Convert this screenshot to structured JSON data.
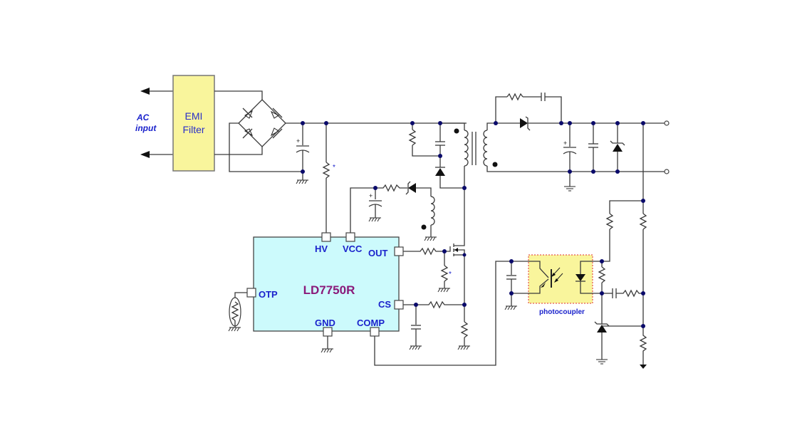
{
  "diagram": {
    "type": "flyback power supply schematic",
    "input": {
      "label_line1": "AC",
      "label_line2": "input"
    },
    "emi_filter": {
      "label_line1": "EMI",
      "label_line2": "Filter",
      "fill": "#f9f59c"
    },
    "controller": {
      "part_number": "LD7750R",
      "fill": "#ccfafc",
      "pins": {
        "hv": "HV",
        "vcc": "VCC",
        "out": "OUT",
        "otp": "OTP",
        "cs": "CS",
        "gnd": "GND",
        "comp": "COMP"
      }
    },
    "photocoupler": {
      "label": "photocoupler",
      "fill": "#f9f59c",
      "border": "#e03030"
    },
    "optional_marker": "*",
    "colors": {
      "pin_label": "#1a22cc",
      "part_label": "#8a1a7a",
      "node": "#0a0a6a",
      "wire": "#3a3a3a"
    }
  }
}
